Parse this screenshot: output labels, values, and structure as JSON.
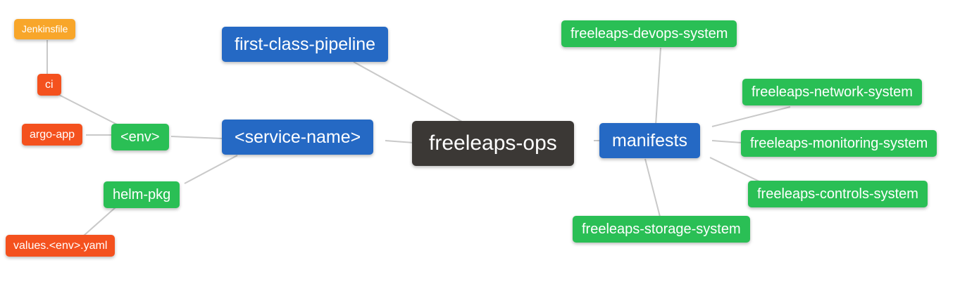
{
  "diagram": {
    "type": "mindmap",
    "palette": {
      "root_bg": "#3b3835",
      "branch_bg": "#2569c4",
      "leaf_bg": "#2abf55",
      "accent_bg": "#f4511e",
      "amber_bg": "#f8a62a",
      "edge": "#c9c9c9",
      "text": "#ffffff"
    },
    "nodes": {
      "root": {
        "label": "freeleaps-ops"
      },
      "first_class_pipeline": {
        "label": "first-class-pipeline"
      },
      "service_name": {
        "label": "<service-name>"
      },
      "manifests": {
        "label": "manifests"
      },
      "env": {
        "label": "<env>"
      },
      "helm_pkg": {
        "label": "helm-pkg"
      },
      "ci": {
        "label": "ci"
      },
      "argo_app": {
        "label": "argo-app"
      },
      "jenkinsfile": {
        "label": "Jenkinsfile"
      },
      "values_yaml": {
        "label": "values.<env>.yaml"
      },
      "devops_system": {
        "label": "freeleaps-devops-system"
      },
      "network_system": {
        "label": "freeleaps-network-system"
      },
      "monitoring_system": {
        "label": "freeleaps-monitoring-system"
      },
      "controls_system": {
        "label": "freeleaps-controls-system"
      },
      "storage_system": {
        "label": "freeleaps-storage-system"
      }
    },
    "edges": [
      {
        "from": "jenkinsfile",
        "to": "ci"
      },
      {
        "from": "ci",
        "to": "env"
      },
      {
        "from": "argo_app",
        "to": "env"
      },
      {
        "from": "env",
        "to": "service_name"
      },
      {
        "from": "service_name",
        "to": "helm_pkg"
      },
      {
        "from": "helm_pkg",
        "to": "values_yaml"
      },
      {
        "from": "first_class_pipeline",
        "to": "root"
      },
      {
        "from": "service_name",
        "to": "root"
      },
      {
        "from": "root",
        "to": "manifests"
      },
      {
        "from": "manifests",
        "to": "devops_system"
      },
      {
        "from": "manifests",
        "to": "network_system"
      },
      {
        "from": "manifests",
        "to": "monitoring_system"
      },
      {
        "from": "manifests",
        "to": "controls_system"
      },
      {
        "from": "manifests",
        "to": "storage_system"
      }
    ]
  }
}
